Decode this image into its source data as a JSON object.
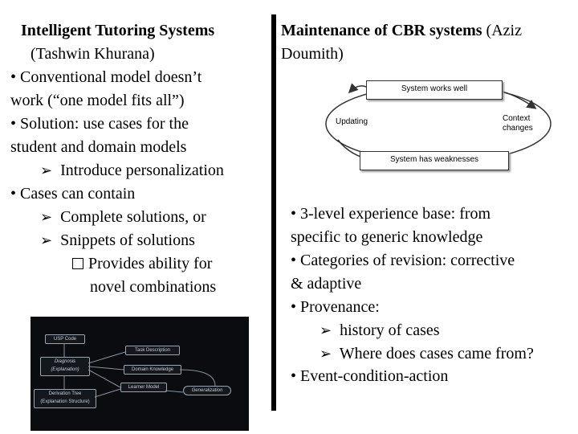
{
  "left": {
    "title_line1": "Intelligent Tutoring Systems",
    "title_line2": "(Tashwin Khurana)",
    "bullet1_line1": "• Conventional model doesn’t",
    "bullet1_line2": "work (“one model fits all”)",
    "bullet2_line1": "• Solution: use cases for the",
    "bullet2_line2": "student and domain models",
    "sub1": "Introduce personalization",
    "bullet3": "•  Cases can contain",
    "sub2": "Complete solutions, or",
    "sub3": "Snippets of solutions",
    "subsub_line1": "Provides ability  for",
    "subsub_line2": "novel combinations"
  },
  "left_figure": {
    "box1": "USP Code",
    "box2_line1": "Diagnosis",
    "box2_line2": "(Explanation)",
    "box3": "Task Description",
    "box4": "Domain Knowledge",
    "box5": "Learner Model",
    "box6": "Generalization",
    "box7_line1": "Derivation Tree",
    "box7_line2": "(Explanation Structure)"
  },
  "right": {
    "title_bold": "Maintenance of CBR systems",
    "title_rest": " (Aziz",
    "title_line2": "Doumith)",
    "bullet1_line1": "• 3-level experience base: from",
    "bullet1_line2": "specific to generic knowledge",
    "bullet2_line1": "• Categories of revision: corrective",
    "bullet2_line2": "& adaptive",
    "bullet3": "• Provenance:",
    "sub1": "history of cases",
    "sub2": "Where does cases came from?",
    "bullet4": "•  Event-condition-action"
  },
  "diagram": {
    "top_box": "System works well",
    "bottom_box": "System has weaknesses",
    "left_label": "Updating",
    "right_label_line1": "Context",
    "right_label_line2": "changes"
  }
}
